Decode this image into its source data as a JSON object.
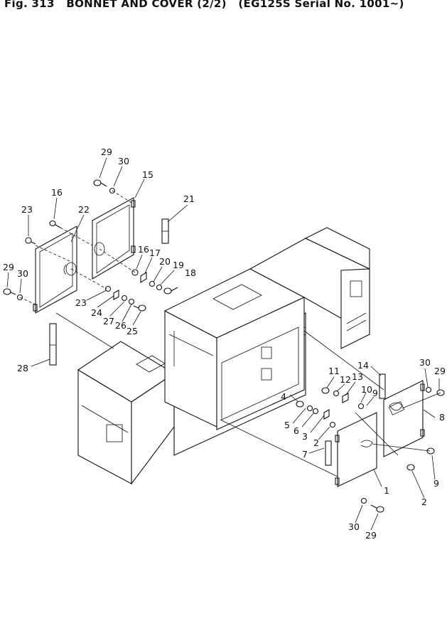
{
  "title": {
    "fig": "Fig. 313",
    "name": "BONNET AND COVER (2/2)",
    "serial": "(EG125S Serial No. 1001~)"
  },
  "callouts": [
    "29",
    "30",
    "15",
    "16",
    "23",
    "22",
    "21",
    "29",
    "30",
    "16",
    "17",
    "20",
    "19",
    "18",
    "23",
    "24",
    "27",
    "26",
    "25",
    "28",
    "30",
    "29",
    "11",
    "12",
    "13",
    "14",
    "10",
    "9",
    "4",
    "5",
    "6",
    "3",
    "8",
    "2",
    "7",
    "1",
    "9",
    "2",
    "30",
    "29"
  ]
}
